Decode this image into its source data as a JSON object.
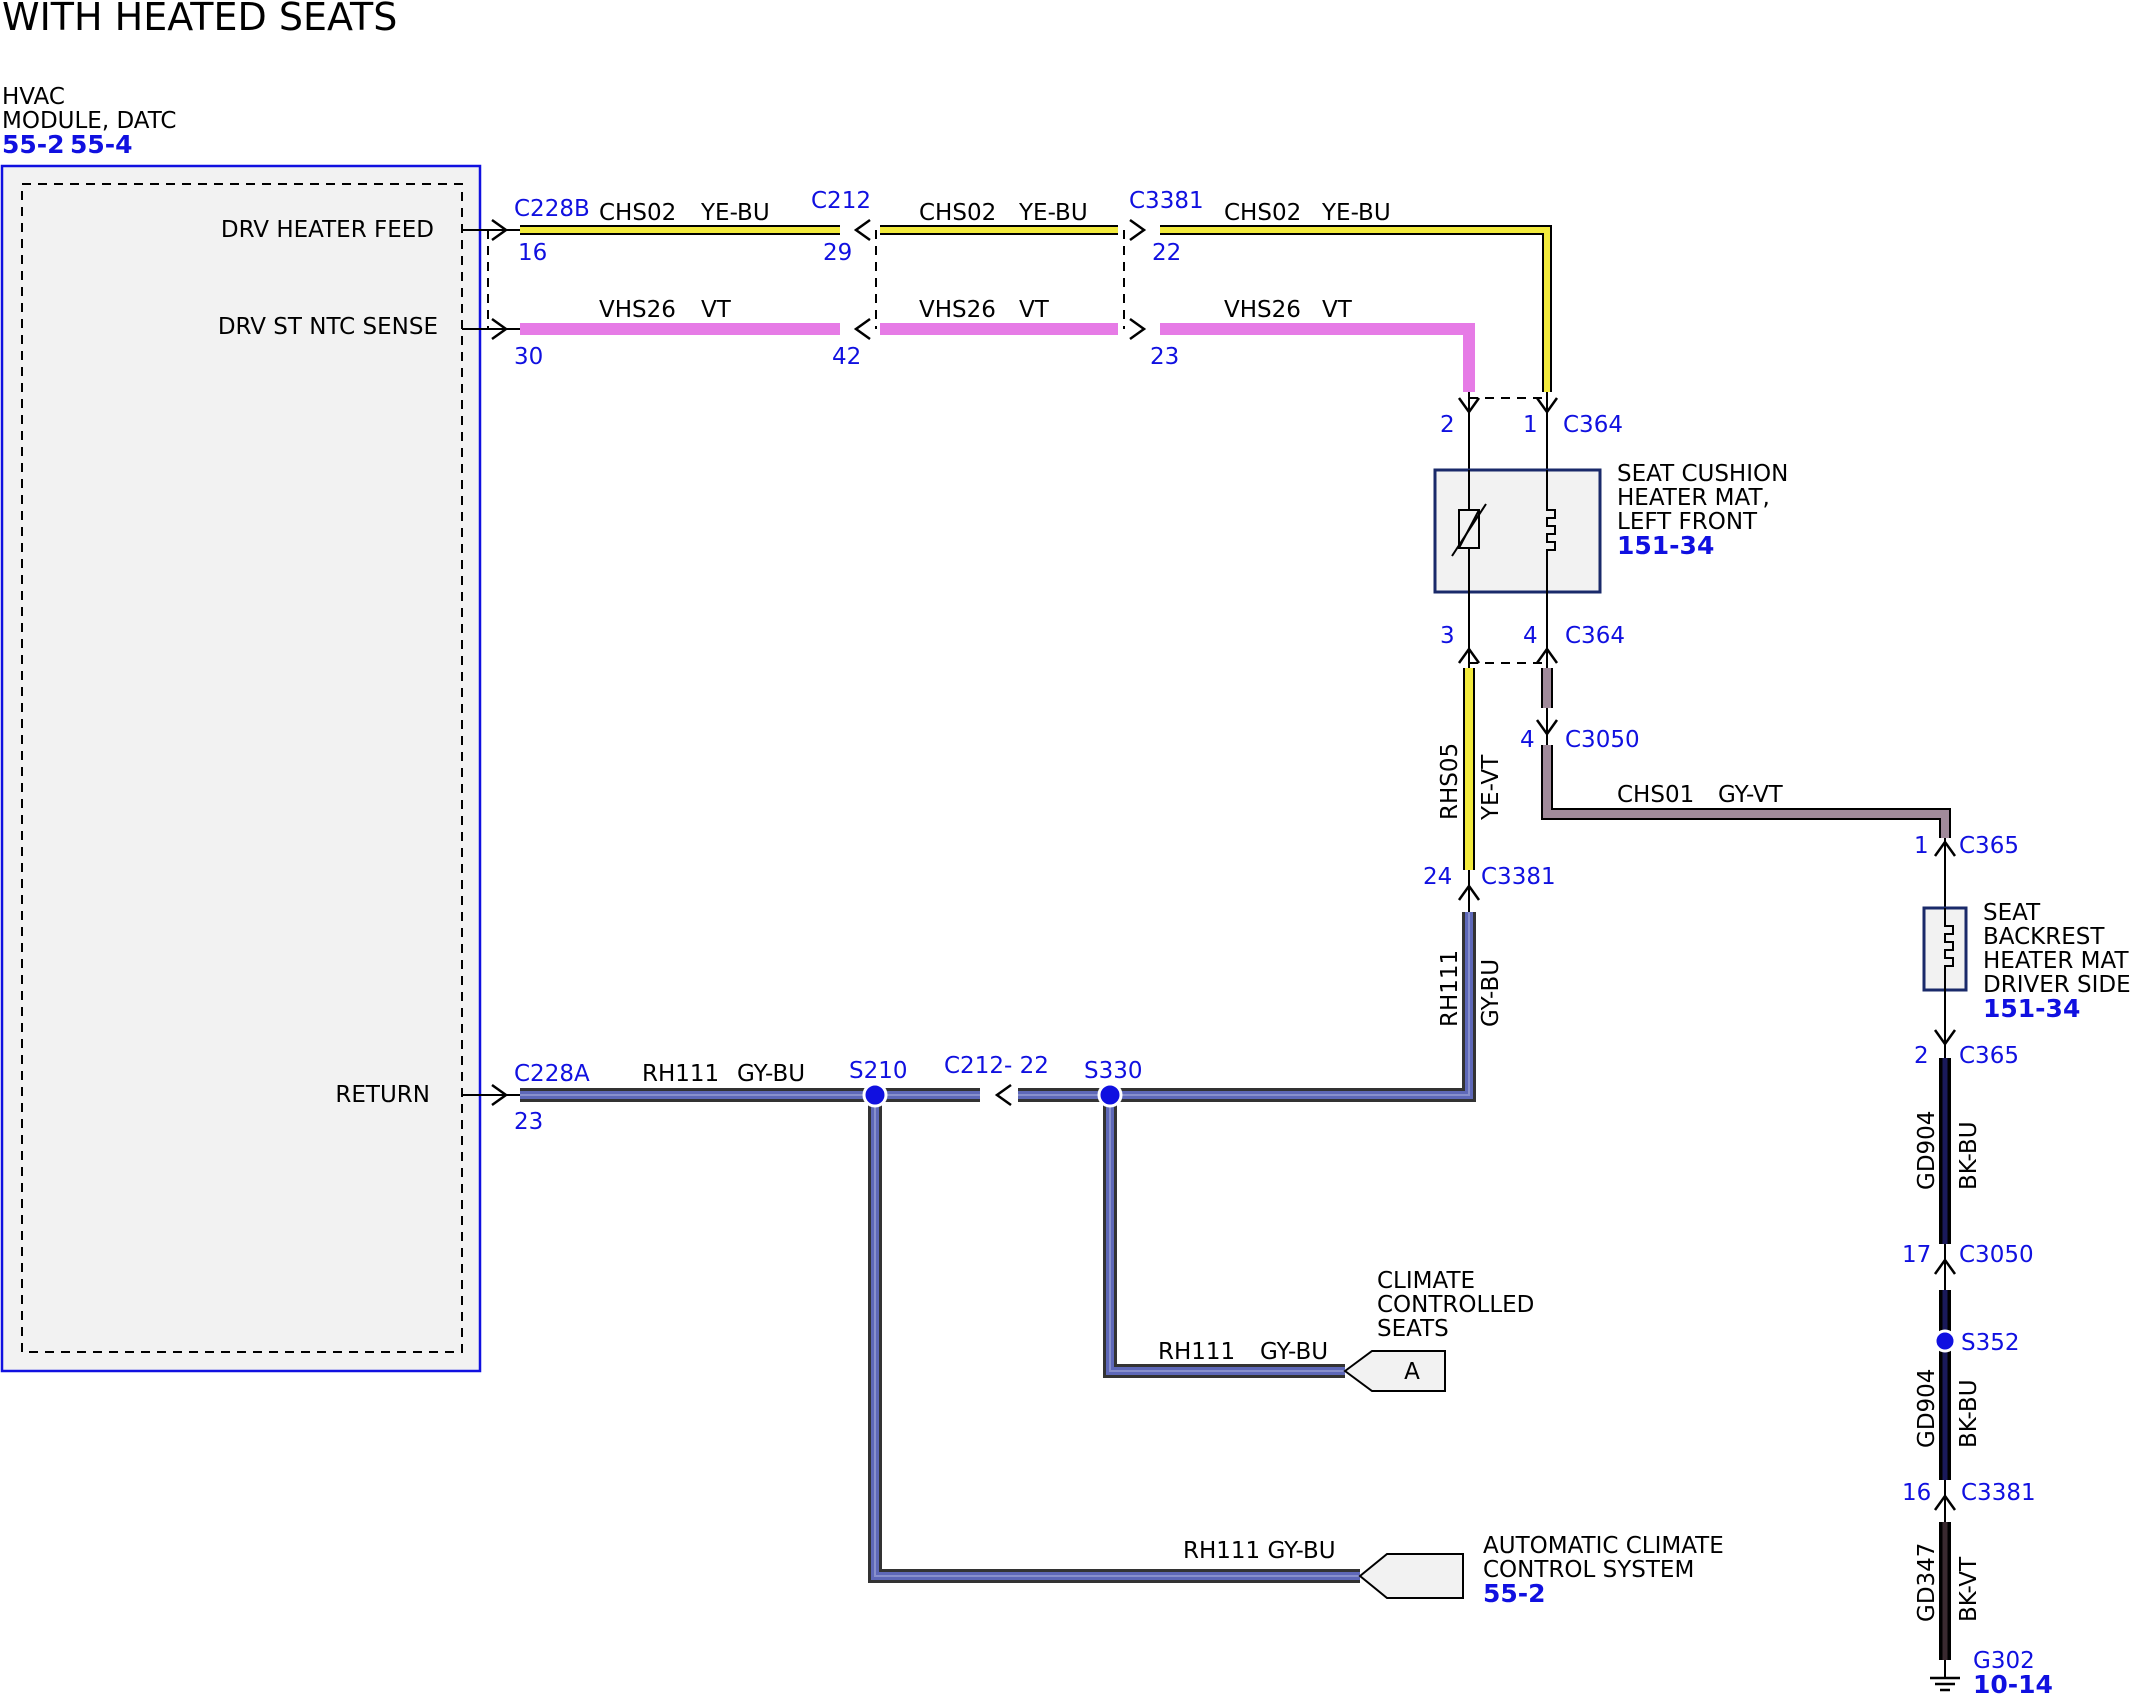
{
  "title": "WITH HEATED SEATS",
  "module": {
    "name_line1": "HVAC",
    "name_line2": "MODULE, DATC",
    "ref1": "55-2",
    "ref2": "55-4",
    "pin_labels": [
      "DRV HEATER FEED",
      "DRV ST NTC SENSE",
      "RETURN"
    ]
  },
  "connectors": {
    "c228b": "C228B",
    "c228a": "C228A",
    "c212": "C212",
    "c212_22": "C212- 22",
    "c3381": "C3381",
    "c364": "C364",
    "c3050": "C3050",
    "c365": "C365",
    "s210": "S210",
    "s330": "S330",
    "s352": "S352",
    "g302": "G302",
    "g302_ref": "10-14"
  },
  "pins": {
    "p16": "16",
    "p29": "29",
    "p22": "22",
    "p30": "30",
    "p42": "42",
    "p23a": "23",
    "p2a": "2",
    "p1a": "1",
    "p3": "3",
    "p4a": "4",
    "p4b": "4",
    "p24": "24",
    "p23b": "23",
    "p1b": "1",
    "p2b": "2",
    "p17": "17",
    "p16b": "16"
  },
  "wires": {
    "chs02": "CHS02",
    "yebu": "YE-BU",
    "vhs26": "VHS26",
    "vt": "VT",
    "rhs05": "RHS05",
    "yevt": "YE-VT",
    "chs01": "CHS01",
    "gyvt": "GY-VT",
    "rh111": "RH111",
    "gybu": "GY-BU",
    "rh111_gybu": "RH111 GY-BU",
    "gd904": "GD904",
    "bkbu": "BK-BU",
    "gd347": "GD347",
    "bkvt": "BK-VT"
  },
  "components": {
    "cushion": [
      "SEAT CUSHION",
      "HEATER MAT,",
      "LEFT FRONT"
    ],
    "cushion_ref": "151-34",
    "backrest": [
      "SEAT",
      "BACKREST",
      "HEATER MAT,",
      "DRIVER SIDE"
    ],
    "backrest_ref": "151-34",
    "climate_seats": [
      "CLIMATE",
      "CONTROLLED",
      "SEATS"
    ],
    "climate_seats_tag": "A",
    "auto_climate": [
      "AUTOMATIC CLIMATE",
      "CONTROL SYSTEM"
    ],
    "auto_climate_ref": "55-2"
  },
  "colors": {
    "yellow": "#f2ea3c",
    "pink": "#e67be6",
    "gray_violet": "#a08a9a",
    "gray_blue": "#5e68b8",
    "black_blue": "#101040",
    "black_violet": "#3a2a30",
    "ref_blue": "#1010e0",
    "module_fill": "#f2f2f2"
  }
}
